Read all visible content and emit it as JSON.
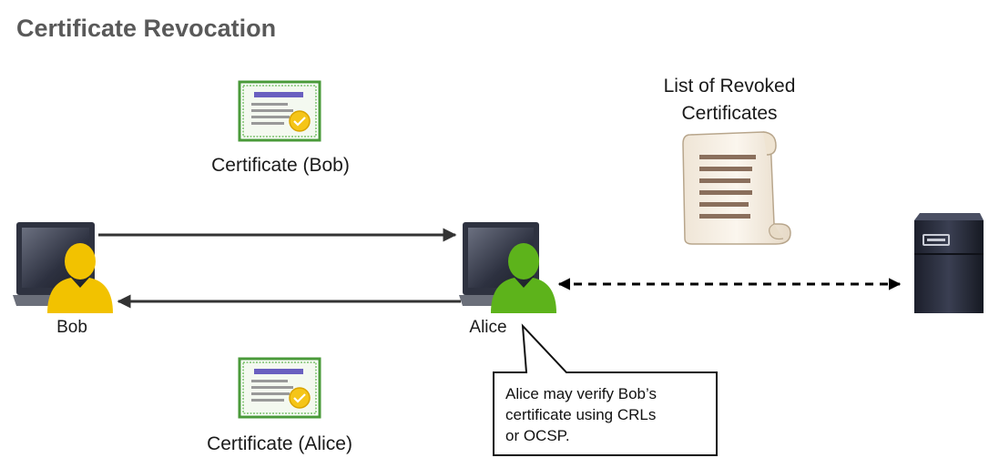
{
  "title": "Certificate Revocation",
  "labels": {
    "cert_bob": "Certificate (Bob)",
    "cert_alice": "Certificate (Alice)",
    "revoked_list_line1": "List of Revoked",
    "revoked_list_line2": "Certificates",
    "bob": "Bob",
    "alice": "Alice"
  },
  "callout": {
    "line1": "Alice may verify Bob’s",
    "line2": "certificate using CRLs",
    "line3": "or OCSP."
  },
  "colors": {
    "bob_person": "#f2c200",
    "alice_person": "#5db31b",
    "arrow": "#333333",
    "title": "#595959"
  },
  "icons": {
    "bob_device": "laptop-icon",
    "alice_device": "laptop-icon",
    "certificate": "certificate-icon",
    "revoked_list": "scroll-icon",
    "server": "server-icon"
  }
}
